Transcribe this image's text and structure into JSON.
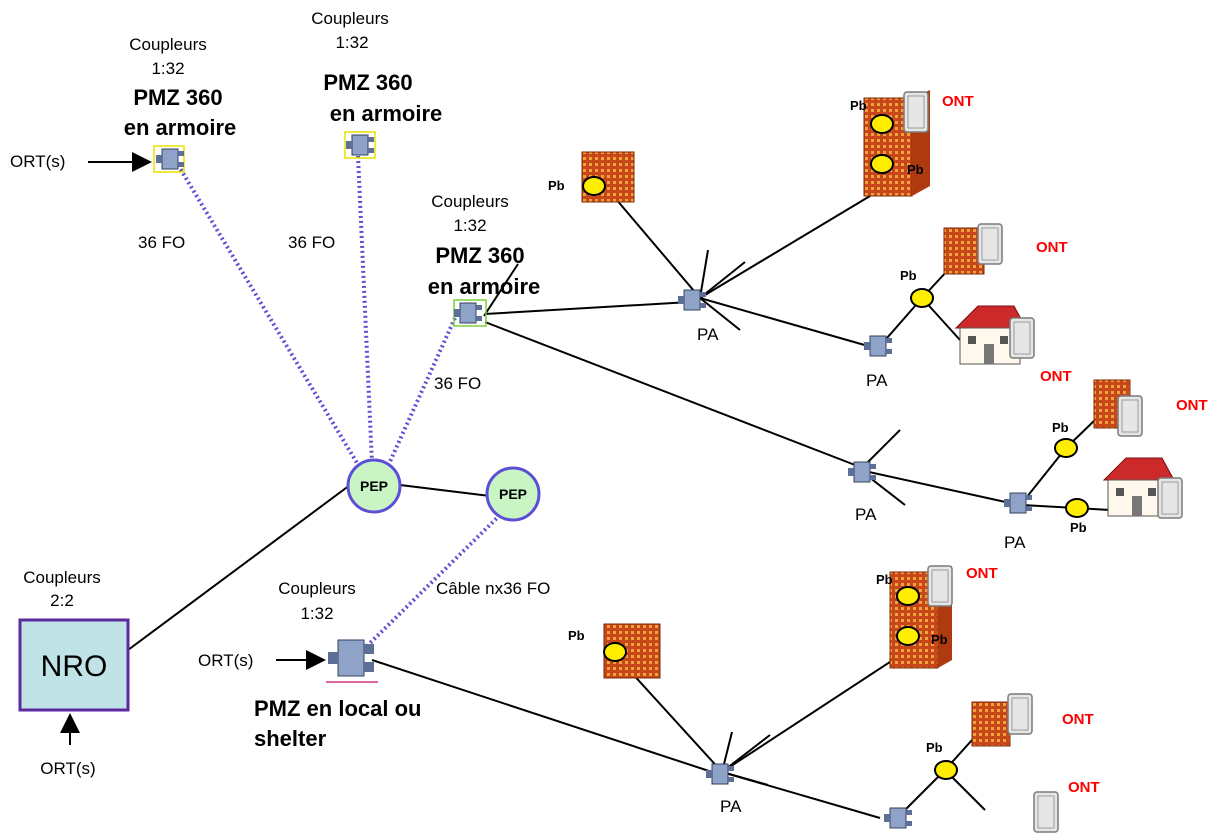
{
  "labels": {
    "couplers_1_32": "Coupleurs",
    "ratio_1_32": "1:32",
    "ratio_2_2": "2:2",
    "pmz_360": "PMZ 360",
    "en_armoire": "en armoire",
    "fo_36": "36 FO",
    "ort": "ORT(s)",
    "pep": "PEP",
    "nro": "NRO",
    "pa": "PA",
    "pb": "Pb",
    "ont": "ONT",
    "cable": "Câble nx36 FO",
    "pmz_local_line1": "PMZ  en local ou",
    "pmz_local_line2": "shelter"
  },
  "colors": {
    "dotted_link": "#5b4fd6",
    "pep_fill": "#c8f5c3",
    "pep_stroke": "#5b4fd6",
    "nro_fill": "#bfe3e6",
    "nro_stroke": "#5b2a9e",
    "pb_fill": "#ffee00",
    "ont_text": "#ff0000",
    "building": "#c8471a"
  }
}
